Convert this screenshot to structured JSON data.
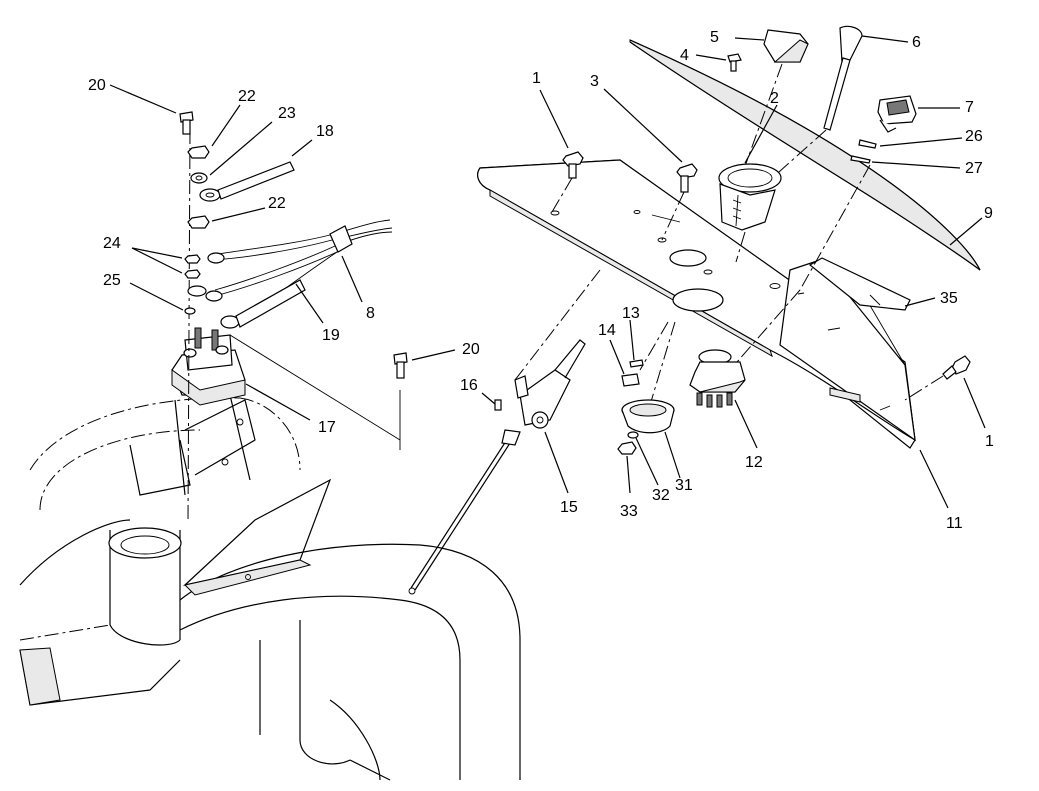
{
  "callouts": {
    "c1a": "1",
    "c1b": "1",
    "c2": "2",
    "c3": "3",
    "c4": "4",
    "c5": "5",
    "c6": "6",
    "c7": "7",
    "c8": "8",
    "c9": "9",
    "c11": "11",
    "c12": "12",
    "c13": "13",
    "c14": "14",
    "c15": "15",
    "c16": "16",
    "c17": "17",
    "c18": "18",
    "c19": "19",
    "c20a": "20",
    "c20b": "20",
    "c22a": "22",
    "c22b": "22",
    "c23": "23",
    "c24": "24",
    "c25": "25",
    "c26": "26",
    "c27": "27",
    "c31": "31",
    "c32": "32",
    "c33": "33",
    "c35": "35"
  }
}
